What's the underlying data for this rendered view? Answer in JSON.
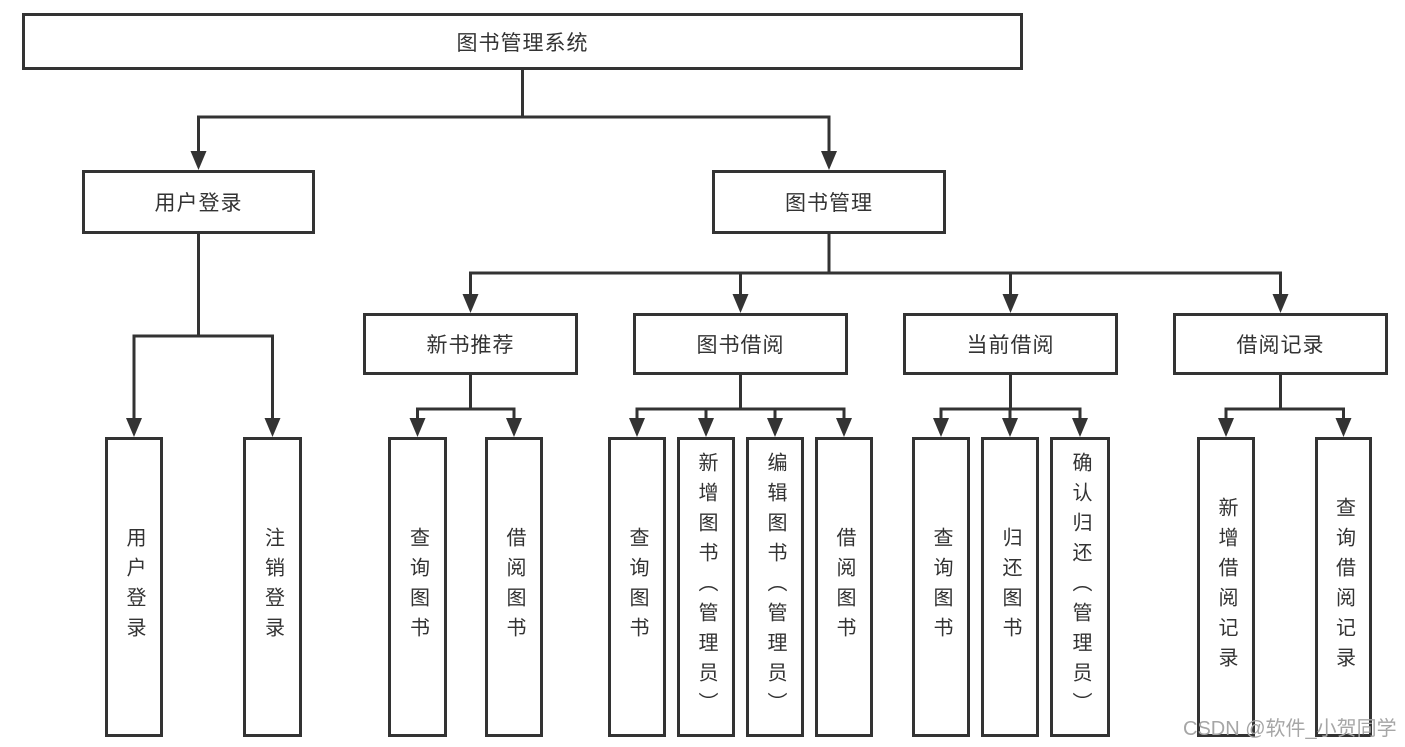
{
  "diagram": {
    "root": {
      "label": "图书管理系统"
    },
    "branches": [
      {
        "label": "用户登录",
        "children": [
          {
            "label": "用户登录"
          },
          {
            "label": "注销登录"
          }
        ]
      },
      {
        "label": "图书管理",
        "children": [
          {
            "label": "新书推荐",
            "children": [
              {
                "label": "查询图书"
              },
              {
                "label": "借阅图书"
              }
            ]
          },
          {
            "label": "图书借阅",
            "children": [
              {
                "label": "查询图书"
              },
              {
                "label": "新增图书（管理员）"
              },
              {
                "label": "编辑图书（管理员）"
              },
              {
                "label": "借阅图书"
              }
            ]
          },
          {
            "label": "当前借阅",
            "children": [
              {
                "label": "查询图书"
              },
              {
                "label": "归还图书"
              },
              {
                "label": "确认归还（管理员）"
              }
            ]
          },
          {
            "label": "借阅记录",
            "children": [
              {
                "label": "新增借阅记录"
              },
              {
                "label": "查询借阅记录"
              }
            ]
          }
        ]
      }
    ]
  },
  "watermark": {
    "label": "CSDN @软件_小贺同学"
  },
  "colors": {
    "line": "#333333",
    "text": "#333333",
    "watermark": "#a6a6a6",
    "background": "#ffffff"
  }
}
